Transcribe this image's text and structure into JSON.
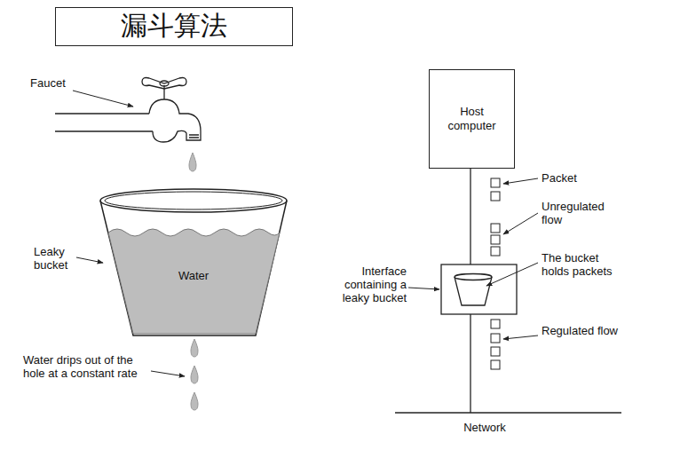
{
  "diagram": {
    "title": "漏斗算法",
    "nodes": [
      {
        "text": [
          "Host computer"
        ]
      }
    ],
    "labels": [
      "Faucet",
      "Leaky bucket",
      "Water",
      "Water drips out of the hole at a constant rate",
      "Packet",
      "Unregulated flow",
      "The bucket holds packets",
      "Interface containing a leaky bucket",
      "Regulated flow",
      "Network"
    ]
  }
}
